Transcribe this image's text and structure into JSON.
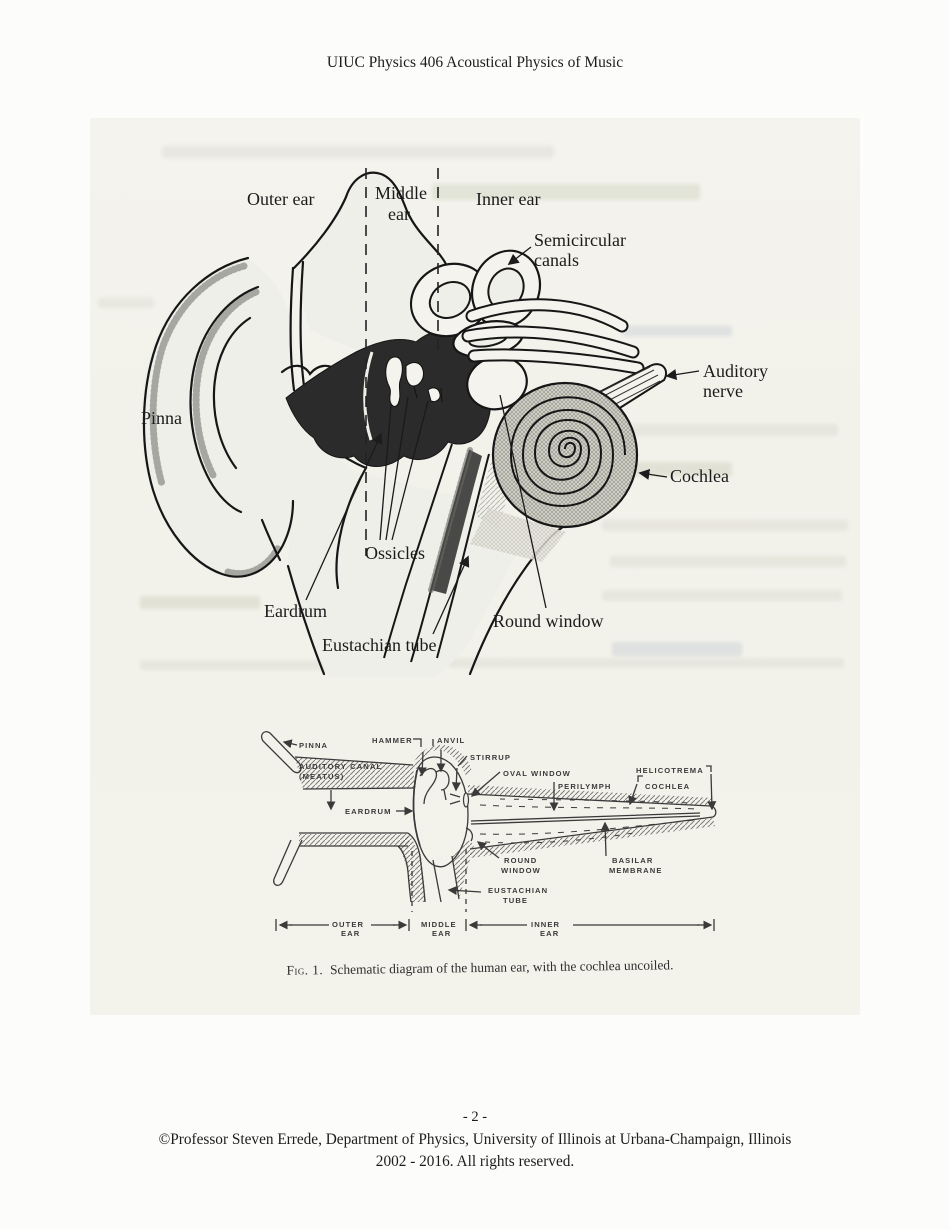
{
  "page": {
    "header": "UIUC Physics 406 Acoustical Physics of Music",
    "page_number": "- 2 -",
    "footer_line1": "©Professor Steven Errede, Department of Physics, University of Illinois at Urbana-Champaign, Illinois",
    "footer_line2": "2002 - 2016. All rights reserved."
  },
  "caption": {
    "fig_label": "Fig. 1.",
    "text": "Schematic diagram of the human ear, with the cochlea uncoiled."
  },
  "figure_top": {
    "labels": {
      "outer_ear": "Outer ear",
      "middle_ear_line1": "Middle",
      "middle_ear_line2": "ear",
      "inner_ear": "Inner ear",
      "semicircular_line1": "Semicircular",
      "semicircular_line2": "canals",
      "auditory_line1": "Auditory",
      "auditory_line2": "nerve",
      "pinna": "Pinna",
      "cochlea": "Cochlea",
      "ossicles": "Ossicles",
      "eardrum": "Eardrum",
      "eustachian_tube": "Eustachian tube",
      "round_window": "Round window"
    }
  },
  "figure_schematic": {
    "labels": {
      "pinna": "PINNA",
      "auditory_canal": "AUDITORY CANAL",
      "meatus": "(MEATUS)",
      "hammer": "HAMMER",
      "anvil": "ANVIL",
      "stirrup": "STIRRUP",
      "oval_window": "OVAL WINDOW",
      "perilymph": "PERILYMPH",
      "helicotrema": "HELICOTREMA",
      "cochlea": "COCHLEA",
      "eardrum": "EARDRUM",
      "round_window_line1": "ROUND",
      "round_window_line2": "WINDOW",
      "basilar_line1": "BASILAR",
      "basilar_line2": "MEMBRANE",
      "eustachian_line1": "EUSTACHIAN",
      "eustachian_line2": "TUBE",
      "outer_ear_line1": "OUTER",
      "outer_ear_line2": "EAR",
      "middle_ear_line1": "MIDDLE",
      "middle_ear_line2": "EAR",
      "inner_ear_line1": "INNER",
      "inner_ear_line2": "EAR"
    }
  },
  "colors": {
    "paper": "#f3f2ea",
    "ink": "#1b1b1b"
  }
}
